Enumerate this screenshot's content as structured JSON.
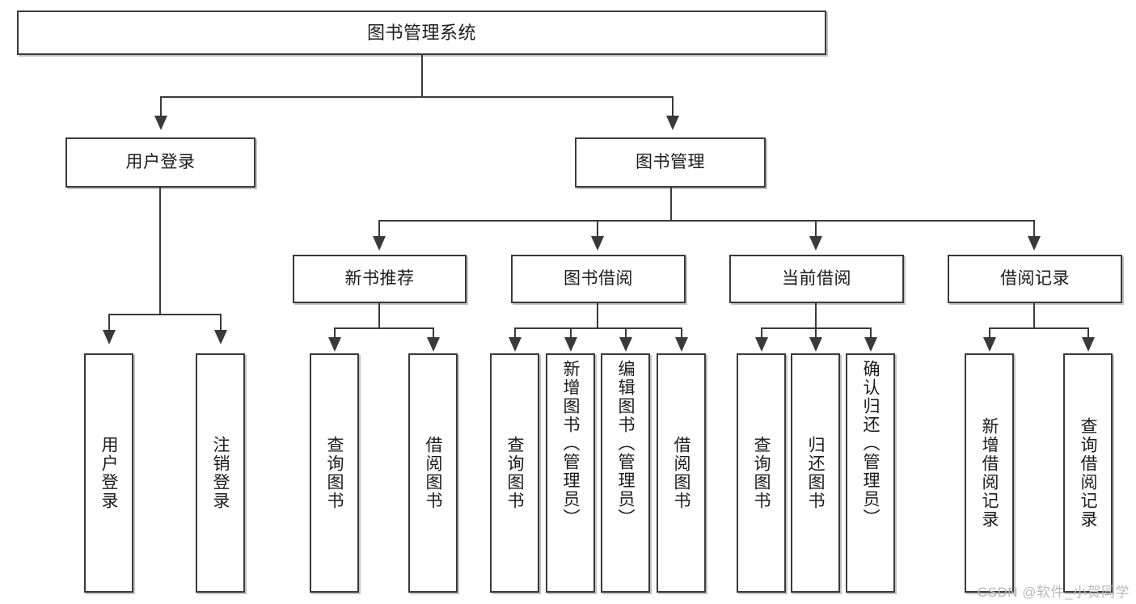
{
  "diagram": {
    "title": "图书管理系统",
    "type": "tree-hierarchy",
    "watermark": "CSDN @软件_小贺同学",
    "accent_color": "#3a3a3a",
    "background_color": "#ffffff"
  },
  "nodes": {
    "root": {
      "label": "图书管理系统"
    },
    "level2": [
      {
        "id": "user-login",
        "label": "用户登录"
      },
      {
        "id": "book-management",
        "label": "图书管理"
      }
    ],
    "level3": [
      {
        "id": "new-book-recommend",
        "label": "新书推荐"
      },
      {
        "id": "book-borrow",
        "label": "图书借阅"
      },
      {
        "id": "current-borrow",
        "label": "当前借阅"
      },
      {
        "id": "borrow-record",
        "label": "借阅记录"
      }
    ],
    "leaves": {
      "user-login": [
        {
          "id": "leaf-user-login",
          "label": "用户登录"
        },
        {
          "id": "leaf-logout",
          "label": "注销登录"
        }
      ],
      "new-book-recommend": [
        {
          "id": "leaf-query-book-1",
          "label": "查询图书"
        },
        {
          "id": "leaf-borrow-book-1",
          "label": "借阅图书"
        }
      ],
      "book-borrow": [
        {
          "id": "leaf-query-book-2",
          "label": "查询图书"
        },
        {
          "id": "leaf-add-book",
          "label": "新增图书（管理员）"
        },
        {
          "id": "leaf-edit-book",
          "label": "编辑图书（管理员）"
        },
        {
          "id": "leaf-borrow-book-2",
          "label": "借阅图书"
        }
      ],
      "current-borrow": [
        {
          "id": "leaf-query-book-3",
          "label": "查询图书"
        },
        {
          "id": "leaf-return-book",
          "label": "归还图书"
        },
        {
          "id": "leaf-confirm-return",
          "label": "确认归还（管理员）"
        }
      ],
      "borrow-record": [
        {
          "id": "leaf-add-record",
          "label": "新增借阅记录"
        },
        {
          "id": "leaf-query-record",
          "label": "查询借阅记录"
        }
      ]
    }
  }
}
